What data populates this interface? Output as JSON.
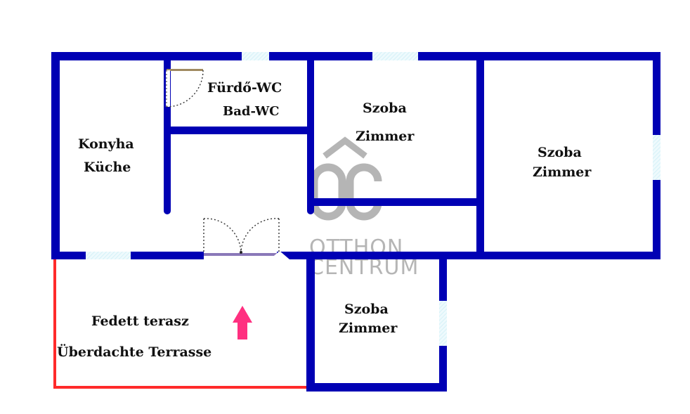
{
  "floor_plan": {
    "colors": {
      "wall": "#0000b4",
      "terrace_outline": "#ff2a2a",
      "window": "#dff6fb",
      "door_frame": "#a08a60",
      "arrow": "#ff3080",
      "watermark": "#b5b5b5",
      "background": "#ffffff"
    },
    "rooms": [
      {
        "id": "bathroom",
        "line1": "Fürdő-WC",
        "line2": "Bad-WC"
      },
      {
        "id": "kitchen",
        "line1": "Konyha",
        "line2": "Küche"
      },
      {
        "id": "room-top-middle",
        "line1": "Szoba",
        "line2": "Zimmer"
      },
      {
        "id": "room-right",
        "line1": "Szoba",
        "line2": "Zimmer"
      },
      {
        "id": "room-bottom",
        "line1": "Szoba",
        "line2": "Zimmer"
      },
      {
        "id": "terrace",
        "line1": "Fedett terasz",
        "line2": "Überdachte Terrasse"
      }
    ],
    "entrance_arrow": "arrow-up-icon",
    "watermark": {
      "logo": "OC",
      "line1": "OTTHON",
      "line2": "CENTRUM"
    }
  }
}
